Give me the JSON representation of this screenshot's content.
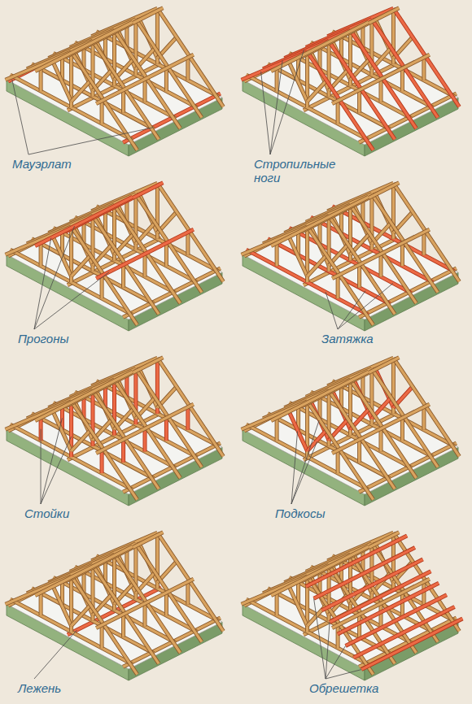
{
  "diagram": {
    "labels": [
      "Мауэрлат",
      "Стропильные ноги",
      "Прогоны",
      "Затяжка",
      "Стойки",
      "Подкосы",
      "Лежень",
      "Обрешетка"
    ]
  }
}
